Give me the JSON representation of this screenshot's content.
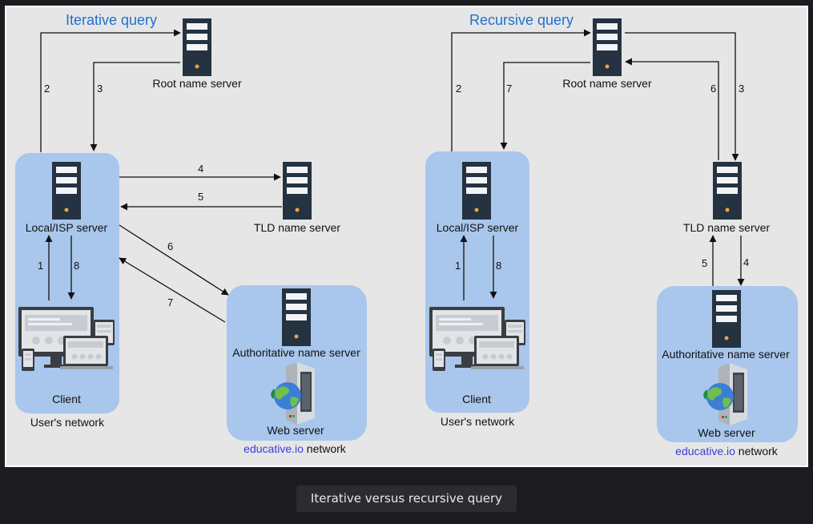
{
  "colors": {
    "background": "#1c1c20",
    "canvas": "#e6e6e6",
    "network_box": "#a9c6ec",
    "server_body": "#243241",
    "server_slot": "#f2f4f7",
    "server_light": "#f0a040",
    "title": "#1f6fd1",
    "link": "#3b3bd6"
  },
  "caption": "Iterative versus recursive query",
  "iterative": {
    "title": "Iterative query",
    "root_label": "Root name server",
    "local_label": "Local/ISP server",
    "tld_label": "TLD name server",
    "auth_label": "Authoritative name server",
    "web_label": "Web server",
    "client_label": "Client",
    "users_network": "User's network",
    "edu_brand": "educative.io",
    "edu_suffix": " network",
    "steps": [
      "1",
      "2",
      "3",
      "4",
      "5",
      "6",
      "7",
      "8"
    ]
  },
  "recursive": {
    "title": "Recursive query",
    "root_label": "Root name server",
    "local_label": "Local/ISP server",
    "tld_label": "TLD name server",
    "auth_label": "Authoritative name server",
    "web_label": "Web server",
    "client_label": "Client",
    "users_network": "User's network",
    "edu_brand": "educative.io",
    "edu_suffix": " network",
    "steps": [
      "1",
      "2",
      "3",
      "4",
      "5",
      "6",
      "7",
      "8"
    ]
  },
  "icons": {
    "server": "server-rack-icon",
    "client": "client-devices-icon",
    "web_server": "web-server-globe-icon"
  }
}
